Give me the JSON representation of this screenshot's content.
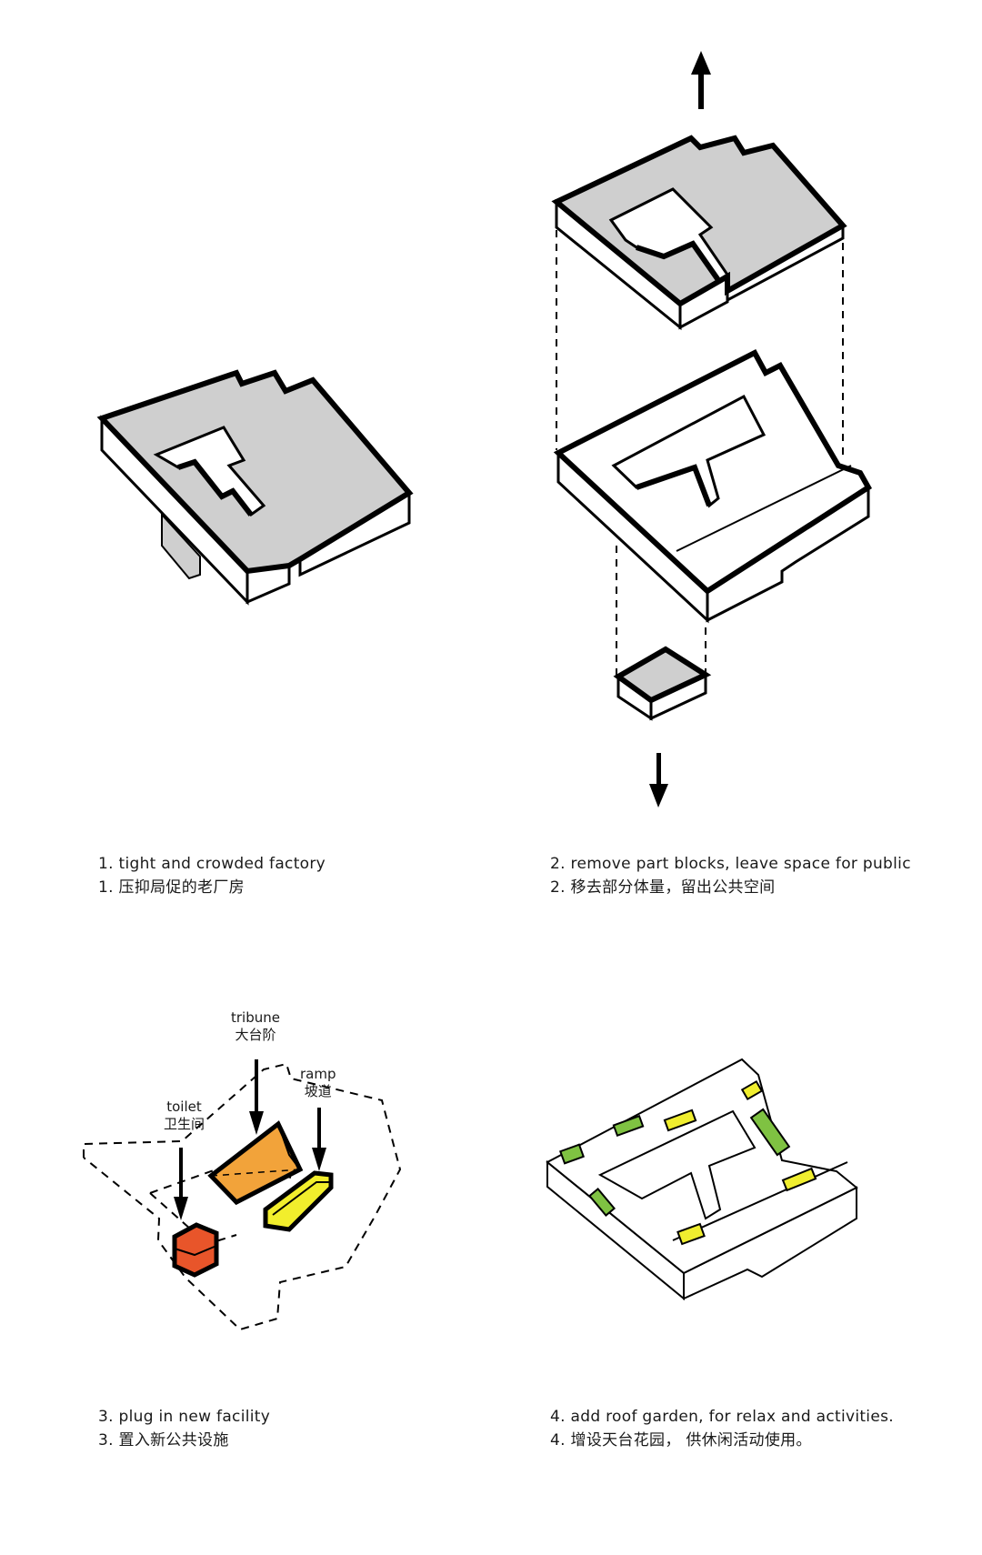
{
  "panels": [
    {
      "en": "1. tight and crowded factory",
      "zh": "1. 压抑局促的老厂房"
    },
    {
      "en": "2. remove part blocks, leave space for public",
      "zh": "2. 移去部分体量，留出公共空间"
    },
    {
      "en": "3. plug in new facility",
      "zh": "3. 置入新公共设施"
    },
    {
      "en": "4. add roof garden, for relax and activities.",
      "zh": "4. 增设天台花园， 供休闲活动使用。"
    }
  ],
  "labels": {
    "tribune": {
      "en": "tribune",
      "zh": "大台阶"
    },
    "ramp": {
      "en": "ramp",
      "zh": "坡道"
    },
    "toilet": {
      "en": "toilet",
      "zh": "卫生间"
    }
  },
  "colors": {
    "roof_gray": "#cfcfcf",
    "outline": "#000000",
    "toilet": "#e8552a",
    "tribune": "#f2a33a",
    "ramp": "#f2ee2c",
    "garden_green": "#7fc242",
    "garden_yellow": "#f0ee2f"
  }
}
